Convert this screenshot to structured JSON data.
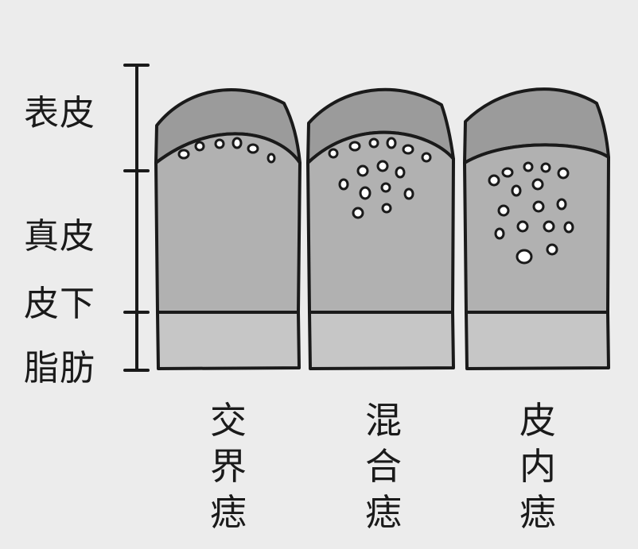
{
  "layer_labels": {
    "epidermis": "表皮",
    "dermis": "真皮",
    "subcutaneous_1": "皮下",
    "subcutaneous_2": "脂肪"
  },
  "nevus_types": [
    {
      "label": "交界痣",
      "nest_location": "junction"
    },
    {
      "label": "混合痣",
      "nest_location": "junction_and_dermis"
    },
    {
      "label": "皮内痣",
      "nest_location": "dermis"
    }
  ],
  "colors": {
    "background": "#ececec",
    "epidermis": "#9b9b9b",
    "dermis": "#b1b1b1",
    "subcutaneous": "#c6c6c6",
    "outline": "#1a1a1a",
    "cell_fill": "#ffffff"
  }
}
